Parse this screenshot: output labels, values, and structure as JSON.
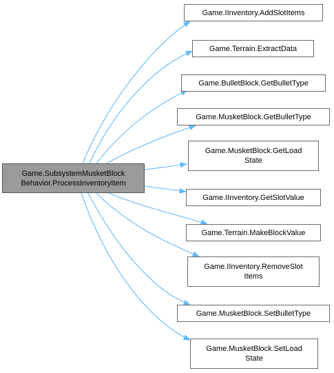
{
  "diagram": {
    "type": "call-graph",
    "edge_color": "#63b8ff",
    "source": {
      "lines": [
        "Game.SubsystemMusketBlock",
        "Behavior.ProcessInventoryItem"
      ],
      "fill": "#9a9a9a"
    },
    "targets": [
      {
        "id": "addslotitems",
        "lines": [
          "Game.IInventory.AddSlotItems"
        ]
      },
      {
        "id": "extractdata",
        "lines": [
          "Game.Terrain.ExtractData"
        ]
      },
      {
        "id": "bulletblock-getbullettype",
        "lines": [
          "Game.BulletBlock.GetBulletType"
        ]
      },
      {
        "id": "musketblock-getbullettype",
        "lines": [
          "Game.MusketBlock.GetBulletType"
        ]
      },
      {
        "id": "getloadstate",
        "lines": [
          "Game.MusketBlock.GetLoad",
          "State"
        ]
      },
      {
        "id": "getslotvalue",
        "lines": [
          "Game.IInventory.GetSlotValue"
        ]
      },
      {
        "id": "makeblockvalue",
        "lines": [
          "Game.Terrain.MakeBlockValue"
        ]
      },
      {
        "id": "removeslotitems",
        "lines": [
          "Game.IInventory.RemoveSlot",
          "Items"
        ]
      },
      {
        "id": "setbullettype",
        "lines": [
          "Game.MusketBlock.SetBulletType"
        ]
      },
      {
        "id": "setloadstate",
        "lines": [
          "Game.MusketBlock.SetLoad",
          "State"
        ]
      }
    ]
  }
}
